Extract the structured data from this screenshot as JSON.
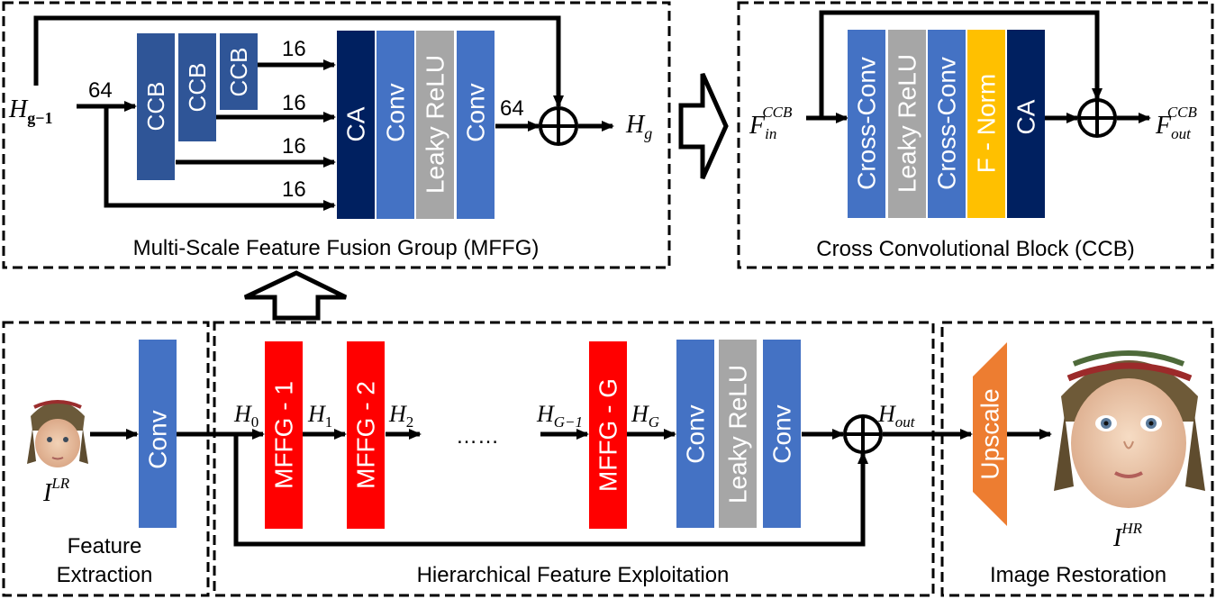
{
  "colors": {
    "ccb_block": "#2f5597",
    "ca_block": "#002060",
    "conv_block": "#4472c4",
    "relu_block": "#a6a6a6",
    "fnorm_block": "#ffc000",
    "mffg_block": "#ff0000",
    "upscale_block": "#ed7d31"
  },
  "mffg": {
    "title": "Multi-Scale Feature Fusion Group (MFFG)",
    "input_label": "H",
    "input_sub": "g−1",
    "input_channels": "64",
    "ccb_labels": [
      "CCB",
      "CCB",
      "CCB"
    ],
    "branch_channels": [
      "16",
      "16",
      "16",
      "16"
    ],
    "ca_label": "CA",
    "conv1_label": "Conv",
    "relu_label": "Leaky ReLU",
    "conv2_label": "Conv",
    "output_channels": "64",
    "output_label": "H",
    "output_sub": "g"
  },
  "ccb": {
    "title": "Cross Convolutional Block (CCB)",
    "input_label": "F",
    "input_sub": "in",
    "input_sup": "CCB",
    "blocks": [
      "Cross-Conv",
      "Leaky ReLU",
      "Cross-Conv",
      "F - Norm",
      "CA"
    ],
    "output_label": "F",
    "output_sub": "out",
    "output_sup": "CCB"
  },
  "feature_extraction": {
    "title_line1": "Feature",
    "title_line2": "Extraction",
    "input_label": "I",
    "input_sup": "LR",
    "conv_label": "Conv",
    "image_icon": "baby-face-lr-photo"
  },
  "hfe": {
    "title": "Hierarchical Feature Exploitation",
    "h0": "H",
    "h0_sub": "0",
    "h1": "H",
    "h1_sub": "1",
    "h2": "H",
    "h2_sub": "2",
    "dots": "……",
    "hg1": "H",
    "hg1_sub": "G−1",
    "hg": "H",
    "hg_sub": "G",
    "mffg_labels": [
      "MFFG - 1",
      "MFFG - 2",
      "MFFG - G"
    ],
    "conv1_label": "Conv",
    "relu_label": "Leaky ReLU",
    "conv2_label": "Conv",
    "hout": "H",
    "hout_sub": "out"
  },
  "restoration": {
    "title": "Image Restoration",
    "upscale_label": "Upscale",
    "output_label": "I",
    "output_sup": "HR",
    "image_icon": "baby-face-hr-photo"
  }
}
